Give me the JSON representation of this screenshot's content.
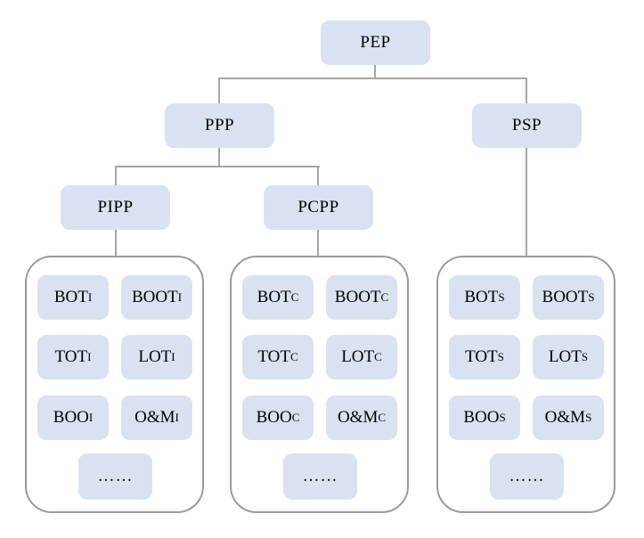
{
  "diagram": {
    "type": "hierarchy-tree",
    "colors": {
      "node_fill": "#d9e2f0",
      "group_border": "#9b9b9b",
      "connector": "#a6a6a6",
      "text": "#000000",
      "background": "#ffffff"
    },
    "nodes": {
      "pep": "PEP",
      "ppp": "PPP",
      "psp": "PSP",
      "pipp": "PIPP",
      "pcpp": "PCPP"
    },
    "edges": [
      [
        "PEP",
        "PPP"
      ],
      [
        "PEP",
        "PSP"
      ],
      [
        "PPP",
        "PIPP"
      ],
      [
        "PPP",
        "PCPP"
      ],
      [
        "PIPP",
        "pipp-group"
      ],
      [
        "PCPP",
        "pcpp-group"
      ],
      [
        "PSP",
        "psp-group"
      ]
    ],
    "groups": [
      {
        "name": "pipp-group",
        "parent": "PIPP",
        "items": [
          {
            "base": "BOT",
            "sub": "I"
          },
          {
            "base": "BOOT",
            "sub": "I"
          },
          {
            "base": "TOT",
            "sub": "I"
          },
          {
            "base": "LOT",
            "sub": "I"
          },
          {
            "base": "BOO",
            "sub": "I"
          },
          {
            "base": "O&M",
            "sub": "I"
          }
        ],
        "ellipsis": "……"
      },
      {
        "name": "pcpp-group",
        "parent": "PCPP",
        "items": [
          {
            "base": "BOT",
            "sub": "C"
          },
          {
            "base": "BOOT",
            "sub": "C"
          },
          {
            "base": "TOT",
            "sub": "C"
          },
          {
            "base": "LOT",
            "sub": "C"
          },
          {
            "base": "BOO",
            "sub": "C"
          },
          {
            "base": "O&M",
            "sub": "C"
          }
        ],
        "ellipsis": "……"
      },
      {
        "name": "psp-group",
        "parent": "PSP",
        "items": [
          {
            "base": "BOT",
            "sub": "S"
          },
          {
            "base": "BOOT",
            "sub": "S"
          },
          {
            "base": "TOT",
            "sub": "S"
          },
          {
            "base": "LOT",
            "sub": "S"
          },
          {
            "base": "BOO",
            "sub": "S"
          },
          {
            "base": "O&M",
            "sub": "S"
          }
        ],
        "ellipsis": "……"
      }
    ]
  }
}
